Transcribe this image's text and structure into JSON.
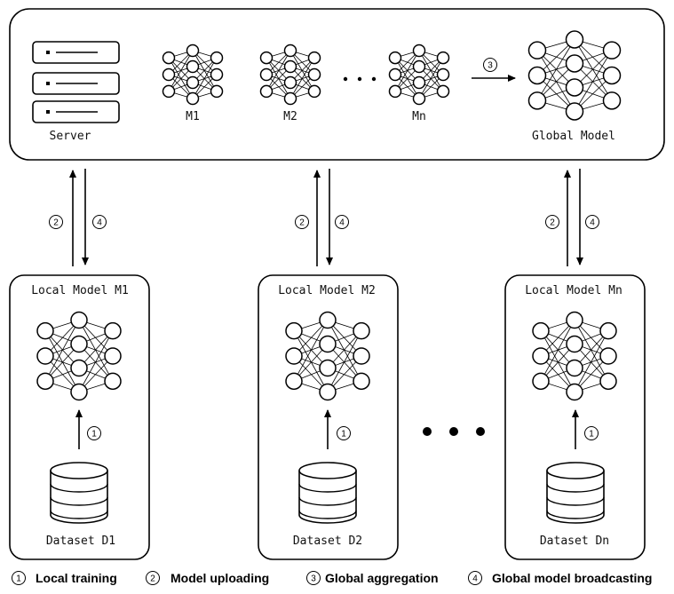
{
  "server": {
    "label": "Server",
    "models": [
      "M1",
      "M2",
      "Mn"
    ],
    "global_model_label": "Global Model",
    "aggregation_step": "3"
  },
  "clients": [
    {
      "model_label": "Local Model M1",
      "dataset_label": "Dataset D1",
      "upload_step": "2",
      "broadcast_step": "4",
      "train_step": "1"
    },
    {
      "model_label": "Local Model M2",
      "dataset_label": "Dataset D2",
      "upload_step": "2",
      "broadcast_step": "4",
      "train_step": "1"
    },
    {
      "model_label": "Local Model Mn",
      "dataset_label": "Dataset  Dn",
      "upload_step": "2",
      "broadcast_step": "4",
      "train_step": "1"
    }
  ],
  "legend": [
    {
      "num": "1",
      "label": "Local training"
    },
    {
      "num": "2",
      "label": "Model uploading"
    },
    {
      "num": "3",
      "label": "Global aggregation"
    },
    {
      "num": "4",
      "label": "Global model broadcasting"
    }
  ]
}
